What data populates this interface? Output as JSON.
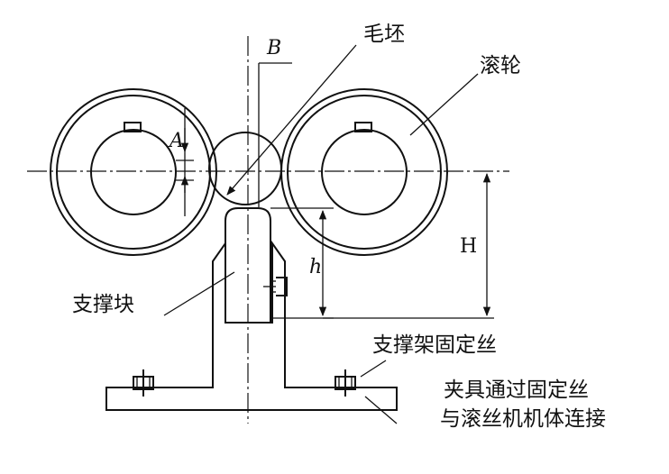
{
  "labels": {
    "blank": "毛坯",
    "roller": "滚轮",
    "support_block": "支撑块",
    "bracket_screw": "支撑架固定丝",
    "note_line1": "夹具通过固定丝",
    "note_line2": "与滚丝机机体连接"
  },
  "dimensions": {
    "A": "A",
    "B": "B",
    "H": "H",
    "h": "h"
  }
}
